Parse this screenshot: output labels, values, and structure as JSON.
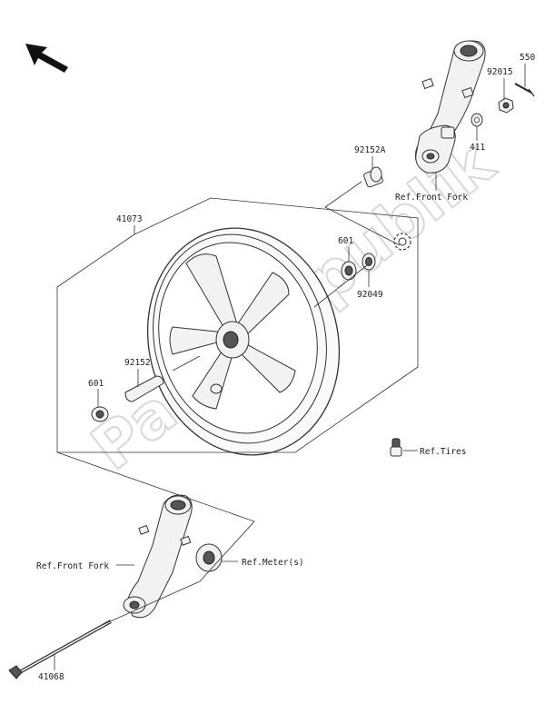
{
  "diagram": {
    "watermark": "PartsRepublik",
    "labels": {
      "p550": "550",
      "p92015": "92015",
      "p411": "411",
      "p92152A": "92152A",
      "ref_front_fork_top": "Ref.Front Fork",
      "p41073": "41073",
      "p601_top": "601",
      "p92049": "92049",
      "p92152": "92152",
      "p601_left": "601",
      "ref_tires": "Ref.Tires",
      "ref_front_fork_bottom": "Ref.Front Fork",
      "ref_meters": "Ref.Meter(s)",
      "p41068": "41068"
    }
  }
}
